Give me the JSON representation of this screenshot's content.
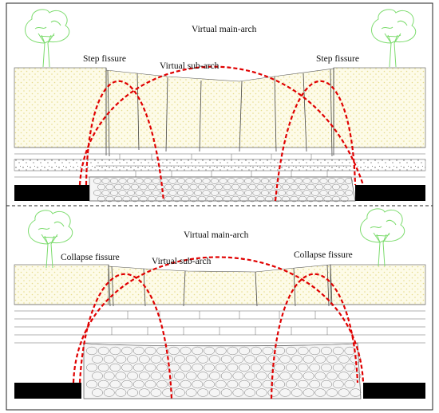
{
  "colors": {
    "frame": "#222222",
    "arch": "#e00000",
    "tree": "#7ddc6e",
    "sand_fill": "#fdfbe8",
    "sand_dot": "#e6dc8c",
    "coal_seam": "#000000",
    "rock_line": "#555555"
  },
  "panels": [
    {
      "id": "top",
      "labels": {
        "main_arch": "Virtual main-arch",
        "sub_arch": "Virtual sub-arch",
        "left_fissure": "Step fissure",
        "right_fissure": "Step fissure"
      }
    },
    {
      "id": "bottom",
      "labels": {
        "main_arch": "Virtual main-arch",
        "sub_arch": "Virtual sub-arch",
        "left_fissure": "Collapse fissure",
        "right_fissure": "Collapse fissure"
      }
    }
  ],
  "icons": [
    "tree-icon",
    "dashed-arch-curve"
  ]
}
